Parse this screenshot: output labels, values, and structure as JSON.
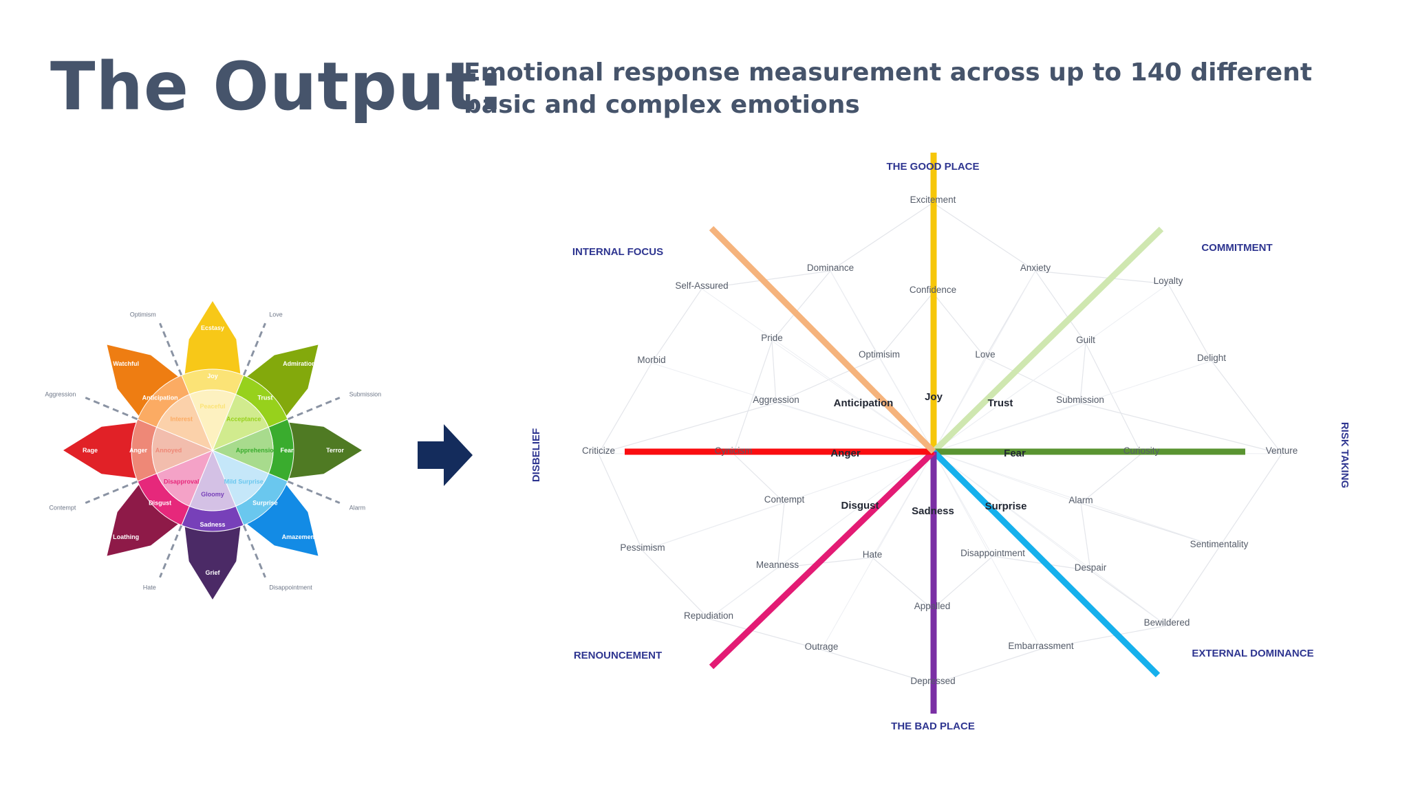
{
  "header": {
    "title": "The Output:",
    "subtitle": "Emotional response measurement across up to 140 different basic and complex emotions"
  },
  "wheel": {
    "petals": [
      {
        "outer": "Ecstasy",
        "middle": "Joy",
        "inner": "Peaceful",
        "color": "#f7c818",
        "mid_color": "#fbe376",
        "inner_color": "#fdf1c0",
        "text_color": "#ffffff"
      },
      {
        "outer": "Admiration",
        "middle": "Trust",
        "inner": "Acceptance",
        "color": "#83a90c",
        "mid_color": "#97d11c",
        "inner_color": "#d1eb8e",
        "text_color": "#ffffff"
      },
      {
        "outer": "Terror",
        "middle": "Fear",
        "inner": "Apprehension",
        "color": "#4f7a23",
        "mid_color": "#3aac2e",
        "inner_color": "#a8db8d",
        "text_color": "#ffffff"
      },
      {
        "outer": "Amazement",
        "middle": "Surprise",
        "inner": "Mild Surprise",
        "color": "#138be5",
        "mid_color": "#6ac7ee",
        "inner_color": "#c5e7f9",
        "text_color": "#ffffff"
      },
      {
        "outer": "Grief",
        "middle": "Sadness",
        "inner": "Gloomy",
        "color": "#4b2a66",
        "mid_color": "#7740b9",
        "inner_color": "#d4c1e5",
        "text_color": "#ffffff"
      },
      {
        "outer": "Loathing",
        "middle": "Disgust",
        "inner": "Disapproval",
        "color": "#8e1a48",
        "mid_color": "#e6287b",
        "inner_color": "#f4a2c7",
        "text_color": "#ffffff"
      },
      {
        "outer": "Rage",
        "middle": "Anger",
        "inner": "Annoyed",
        "color": "#e12127",
        "mid_color": "#ee8877",
        "inner_color": "#f2bdad",
        "text_color": "#ffffff"
      },
      {
        "outer": "Watchful",
        "middle": "Anticipation",
        "inner": "Interest",
        "color": "#ee7d12",
        "mid_color": "#fbab63",
        "inner_color": "#fbd1aa",
        "text_color": "#ffffff"
      }
    ],
    "dyads": [
      "Love",
      "Submission",
      "Alarm",
      "Disappointment",
      "Hate",
      "Contempt",
      "Aggression",
      "Optimism"
    ]
  },
  "radar": {
    "axes": [
      {
        "name": "Joy",
        "color": "#f6c609"
      },
      {
        "name": "Trust",
        "color": "#cfe7b0"
      },
      {
        "name": "Fear",
        "color": "#5a9431"
      },
      {
        "name": "Surprise",
        "color": "#16b0ec"
      },
      {
        "name": "Sadness",
        "color": "#7a2fa4"
      },
      {
        "name": "Disgust",
        "color": "#e31b74"
      },
      {
        "name": "Anger",
        "color": "#fa0d10"
      },
      {
        "name": "Anticipation",
        "color": "#f5b37c"
      }
    ],
    "corners": {
      "top": "THE GOOD PLACE",
      "top_right": "COMMITMENT",
      "right": "RISK TAKING",
      "bottom_right": "EXTERNAL DOMINANCE",
      "bottom": "THE BAD PLACE",
      "bottom_left": "RENOUNCEMENT",
      "left": "DISBELIEF",
      "top_left": "INTERNAL FOCUS"
    },
    "labels": [
      {
        "text": "Excitement"
      },
      {
        "text": "Confidence"
      },
      {
        "text": "Dominance"
      },
      {
        "text": "Anxiety"
      },
      {
        "text": "Self-Assured"
      },
      {
        "text": "Loyalty"
      },
      {
        "text": "Pride"
      },
      {
        "text": "Guilt"
      },
      {
        "text": "Optimisim"
      },
      {
        "text": "Love"
      },
      {
        "text": "Morbid"
      },
      {
        "text": "Delight"
      },
      {
        "text": "Aggression"
      },
      {
        "text": "Submission"
      },
      {
        "text": "Criticize"
      },
      {
        "text": "Cynicism"
      },
      {
        "text": "Curiosity"
      },
      {
        "text": "Venture"
      },
      {
        "text": "Contempt"
      },
      {
        "text": "Alarm"
      },
      {
        "text": "Pessimism"
      },
      {
        "text": "Sentimentality"
      },
      {
        "text": "Meanness"
      },
      {
        "text": "Hate"
      },
      {
        "text": "Disappointment"
      },
      {
        "text": "Despair"
      },
      {
        "text": "Repudiation"
      },
      {
        "text": "Appalled"
      },
      {
        "text": "Bewildered"
      },
      {
        "text": "Outrage"
      },
      {
        "text": "Embarrassment"
      },
      {
        "text": "Depressed"
      }
    ]
  }
}
